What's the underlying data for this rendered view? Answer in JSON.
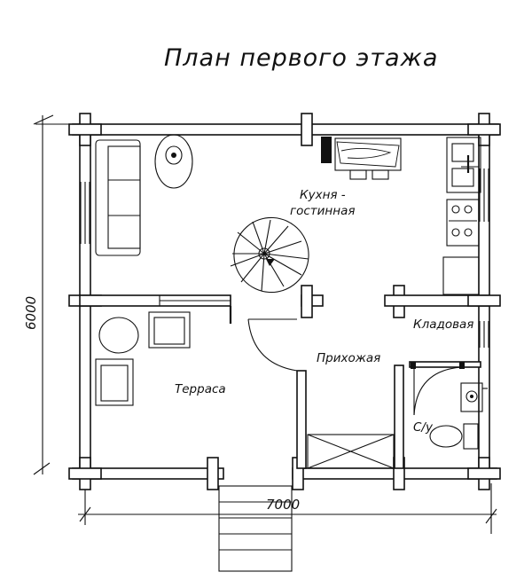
{
  "title": "План первого этажа",
  "rooms": {
    "kitchen_line1": "Кухня -",
    "kitchen_line2": "гостинная",
    "pantry": "Кладовая",
    "hall": "Прихожая",
    "terrace": "Терраса",
    "wc": "С/у"
  },
  "dimensions": {
    "width": "7000",
    "height": "6000"
  }
}
